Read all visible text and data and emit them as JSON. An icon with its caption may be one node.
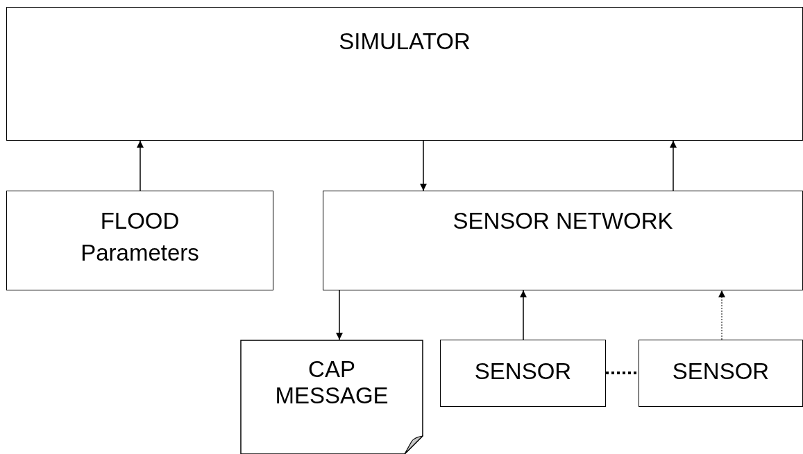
{
  "diagram": {
    "nodes": [
      {
        "text": [
          "SIMULATOR"
        ]
      },
      {
        "text": [
          "FLOOD",
          "Parameters"
        ]
      },
      {
        "text": [
          "SENSOR NETWORK"
        ]
      },
      {
        "text": [
          "CAP MESSAGE"
        ]
      },
      {
        "text": [
          "SENSOR"
        ]
      },
      {
        "text": [
          "SENSOR"
        ]
      }
    ],
    "edges": [
      {
        "from": 1,
        "to": 0,
        "arrow": "to"
      },
      {
        "from": 0,
        "to": 2,
        "arrow": "to"
      },
      {
        "from": 2,
        "to": 0,
        "arrow": "to"
      },
      {
        "from": 2,
        "to": 3,
        "arrow": "to"
      },
      {
        "from": 4,
        "to": 2,
        "arrow": "to"
      },
      {
        "from": 5,
        "to": 2,
        "arrow": "to",
        "style": "dashed"
      },
      {
        "from": 4,
        "to": 5,
        "arrow": "none",
        "style": "dashed"
      }
    ]
  }
}
